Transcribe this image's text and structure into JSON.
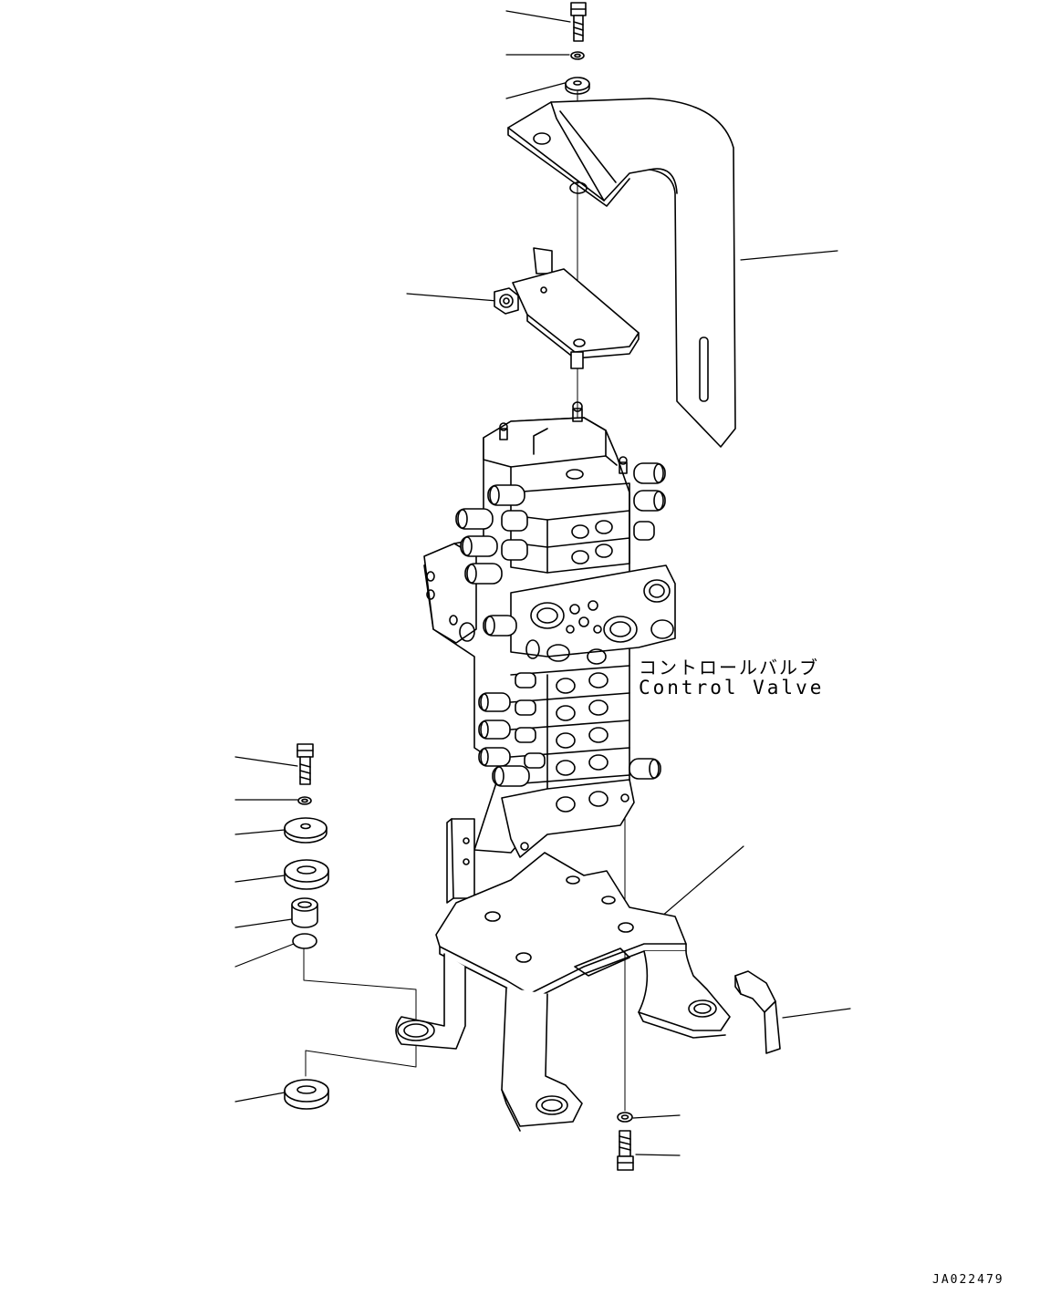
{
  "labels": {
    "control_valve_jp": "コントロールバルブ",
    "control_valve_en": "Control Valve"
  },
  "drawing_number": "JA022479",
  "colors": {
    "line": "#000000",
    "background": "#ffffff"
  }
}
